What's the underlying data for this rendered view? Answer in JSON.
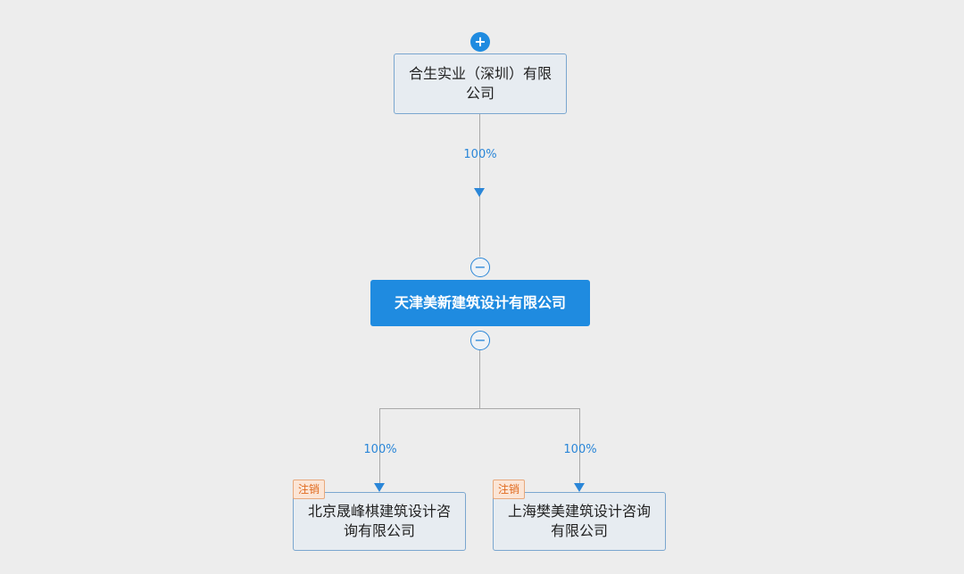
{
  "colors": {
    "accent": "#1f8be0",
    "line": "#a9a9a9",
    "tag_bg": "#fbe5d6",
    "tag_text": "#e06a1e"
  },
  "top": {
    "name": "合生实业（深圳）有限公司",
    "expand_icon": "plus-icon"
  },
  "top_edge": {
    "percent": "100%"
  },
  "main": {
    "name": "天津美新建筑设计有限公司",
    "collapse_icon": "minus-icon"
  },
  "children": [
    {
      "name": "北京晟峰棋建筑设计咨询有限公司",
      "percent": "100%",
      "tag": "注销"
    },
    {
      "name": "上海樊美建筑设计咨询有限公司",
      "percent": "100%",
      "tag": "注销"
    }
  ]
}
